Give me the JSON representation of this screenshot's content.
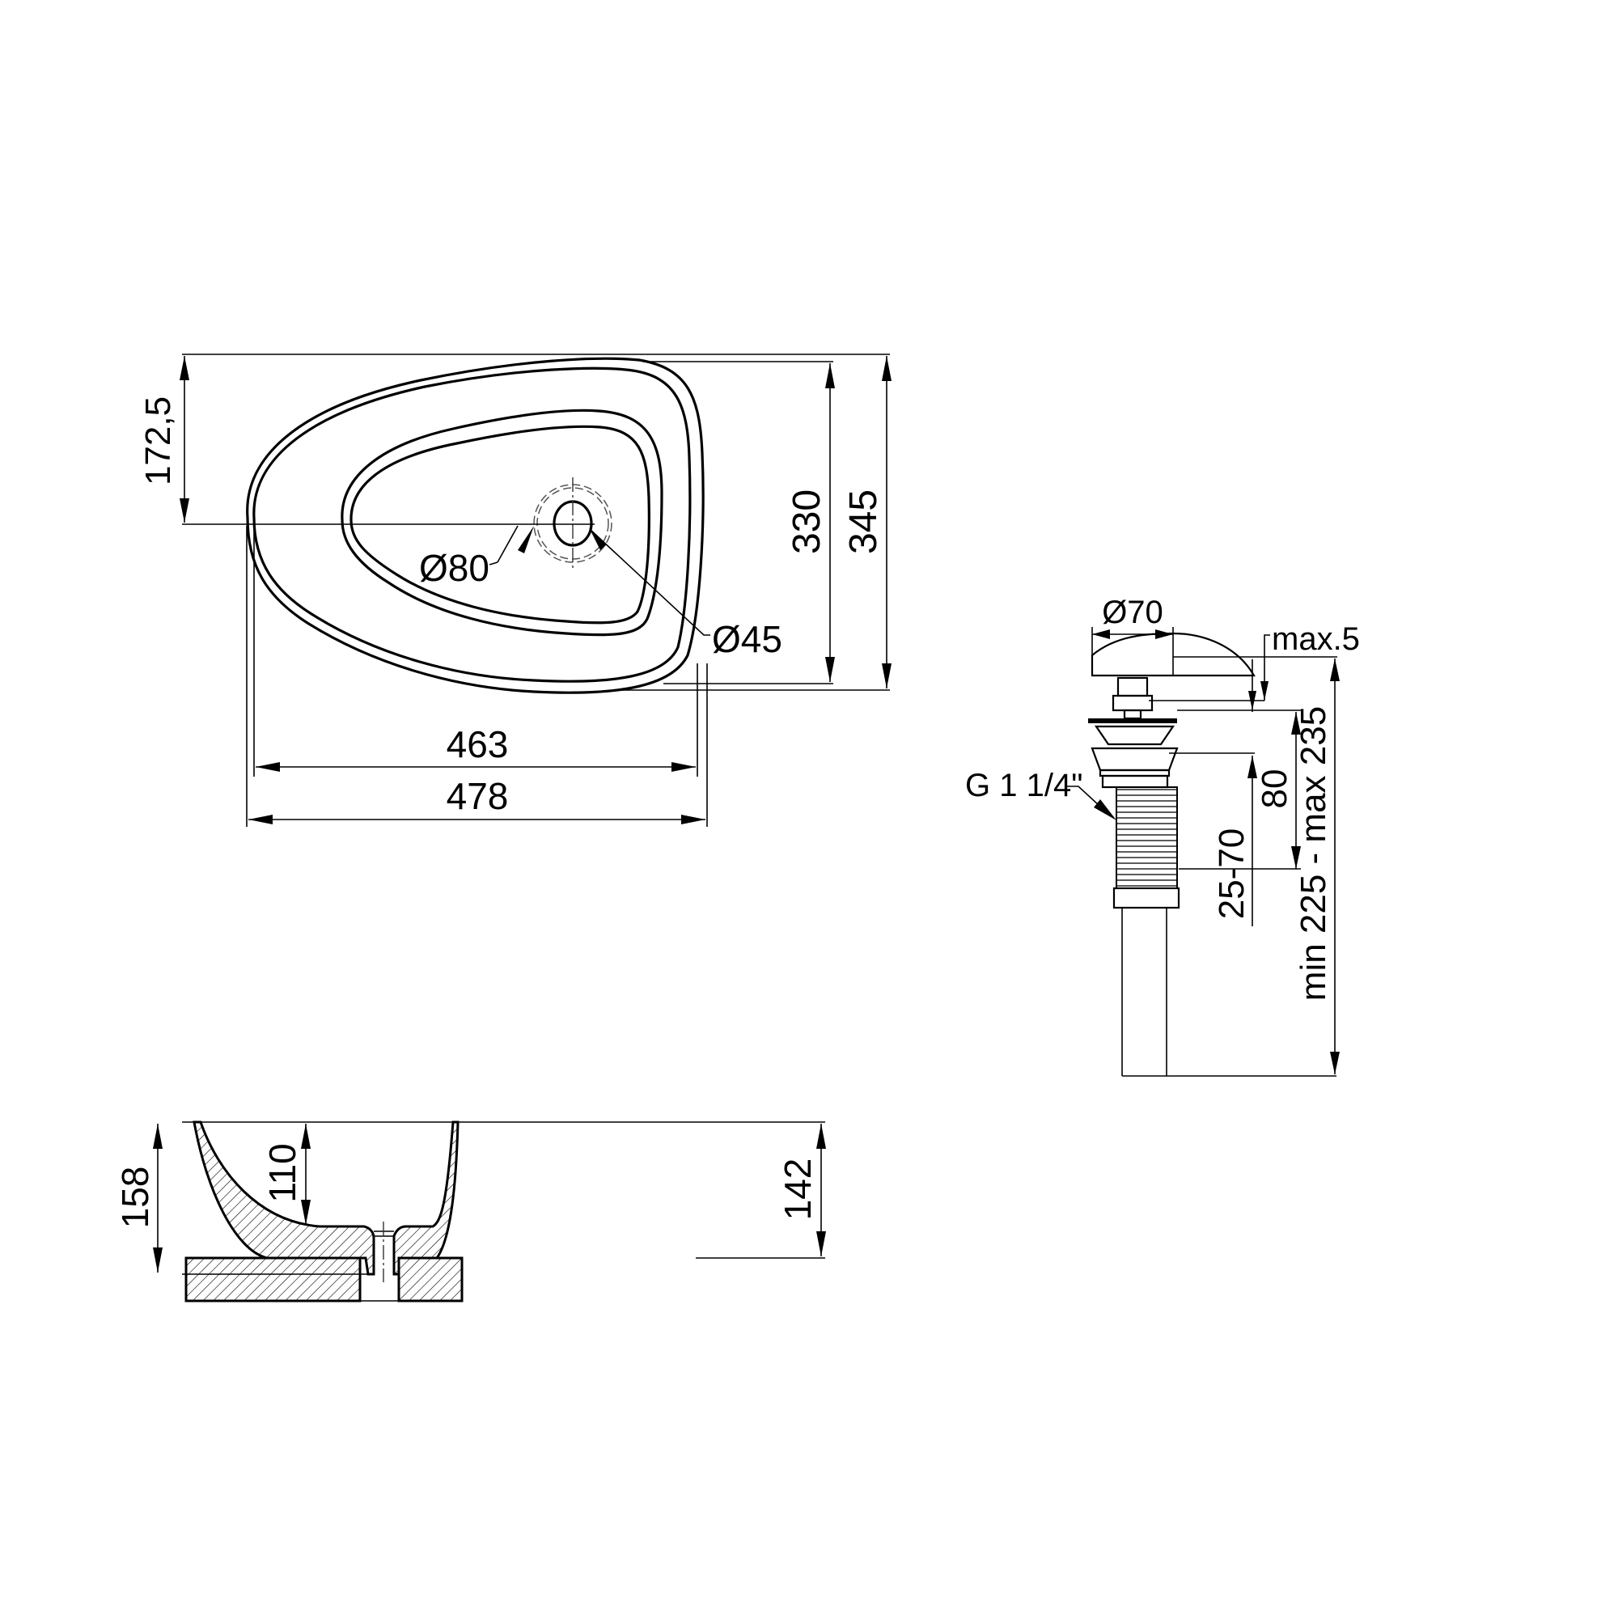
{
  "drawing": {
    "title": "Washbasin technical drawing",
    "stroke_color": "#000000",
    "background": "#ffffff"
  },
  "top_view": {
    "dims": {
      "offset_172_5": "172,5",
      "inner_width_330": "330",
      "outer_width_345": "345",
      "inner_length_463": "463",
      "outer_length_478": "478",
      "drain_dia_80": "Ø80",
      "drain_dia_45": "Ø45"
    }
  },
  "side_view": {
    "dims": {
      "total_height_158": "158",
      "bowl_depth_110": "110",
      "height_142": "142"
    }
  },
  "drain_detail": {
    "dims": {
      "cap_dia_70": "Ø70",
      "gap_max_5": "max.5",
      "thread_g": "G 1 1/4\"",
      "height_80": "80",
      "range_25_70": "25-70",
      "total_range": "min 225 - max 235"
    }
  }
}
